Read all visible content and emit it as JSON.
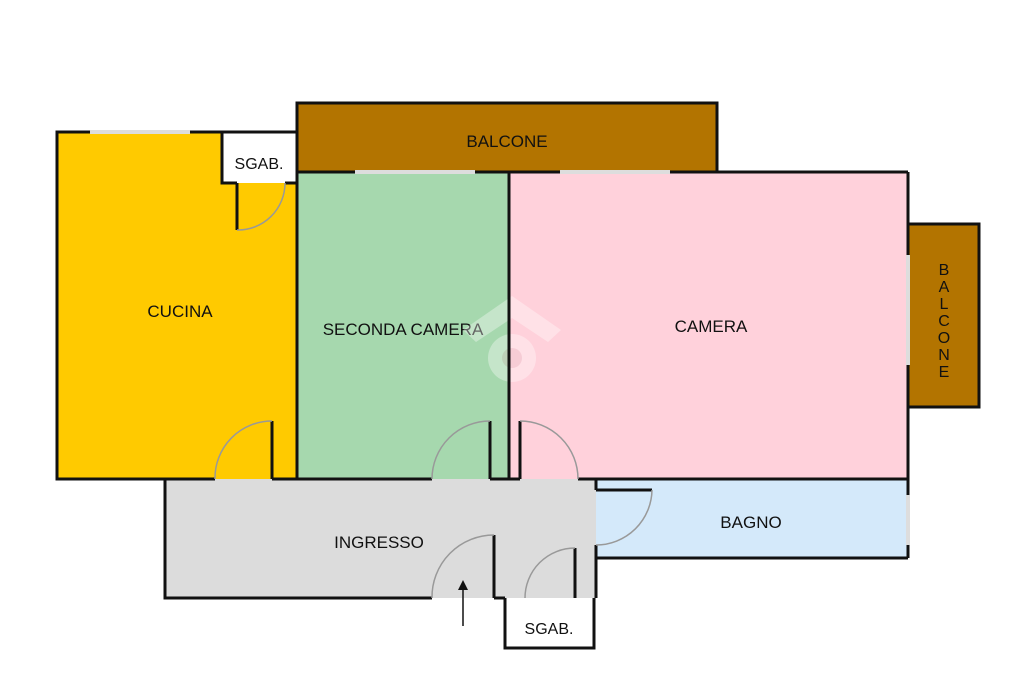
{
  "rooms": {
    "balcone_top": {
      "label": "BALCONE",
      "color": "#B37400"
    },
    "sgab_top": {
      "label": "SGAB.",
      "color": "#FFFFFF"
    },
    "cucina": {
      "label": "CUCINA",
      "color": "#FFCA00"
    },
    "seconda_camera": {
      "label": "SECONDA CAMERA",
      "color": "#A6D8AE"
    },
    "camera": {
      "label": "CAMERA",
      "color": "#FFD1DB"
    },
    "balcone_right": {
      "letters": [
        "B",
        "A",
        "L",
        "C",
        "O",
        "N",
        "E"
      ],
      "color": "#B37400"
    },
    "ingresso": {
      "label": "INGRESSO",
      "color": "#DCDCDC"
    },
    "bagno": {
      "label": "BAGNO",
      "color": "#D4E9FA"
    },
    "sgab_bottom": {
      "label": "SGAB.",
      "color": "#FFFFFF"
    }
  },
  "colors": {
    "wall": "#111111",
    "door_arc": "#999999"
  },
  "icons": {
    "entrance": "up-arrow-icon",
    "watermark": "house-logo-icon"
  }
}
